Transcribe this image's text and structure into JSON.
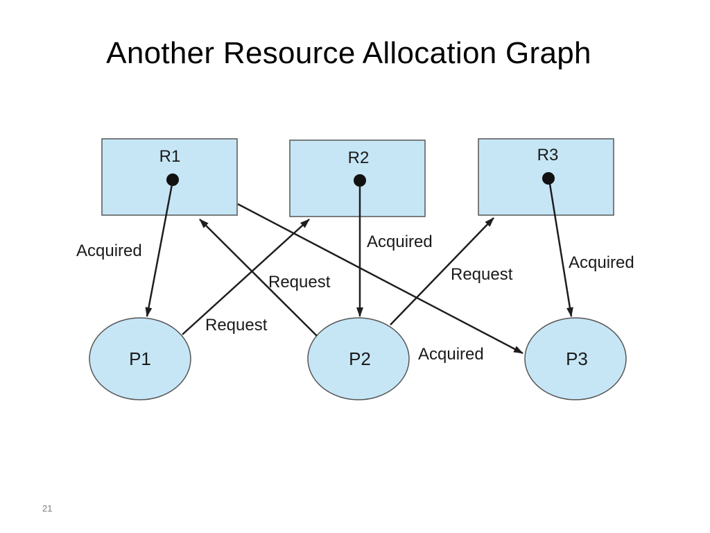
{
  "slide": {
    "title": "Another Resource Allocation Graph",
    "number": "21"
  },
  "diagram": {
    "resources": [
      {
        "id": "R1",
        "label": "R1",
        "instances": 1
      },
      {
        "id": "R2",
        "label": "R2",
        "instances": 1
      },
      {
        "id": "R3",
        "label": "R3",
        "instances": 1
      }
    ],
    "processes": [
      {
        "id": "P1",
        "label": "P1"
      },
      {
        "id": "P2",
        "label": "P2"
      },
      {
        "id": "P3",
        "label": "P3"
      }
    ],
    "edges": [
      {
        "from": "R1",
        "to": "P1",
        "label": "Acquired"
      },
      {
        "from": "P1",
        "to": "R2",
        "label": "Request"
      },
      {
        "from": "P2",
        "to": "R1",
        "label": "Request"
      },
      {
        "from": "R2",
        "to": "P2",
        "label": "Acquired"
      },
      {
        "from": "P2",
        "to": "R3",
        "label": "Request"
      },
      {
        "from": "R1",
        "to": "P3",
        "label": "Acquired"
      },
      {
        "from": "R3",
        "to": "P3",
        "label": "Acquired"
      }
    ],
    "colors": {
      "node_fill": "#c6e6f6",
      "node_stroke": "#555555",
      "edge": "#1e1e1e"
    }
  }
}
